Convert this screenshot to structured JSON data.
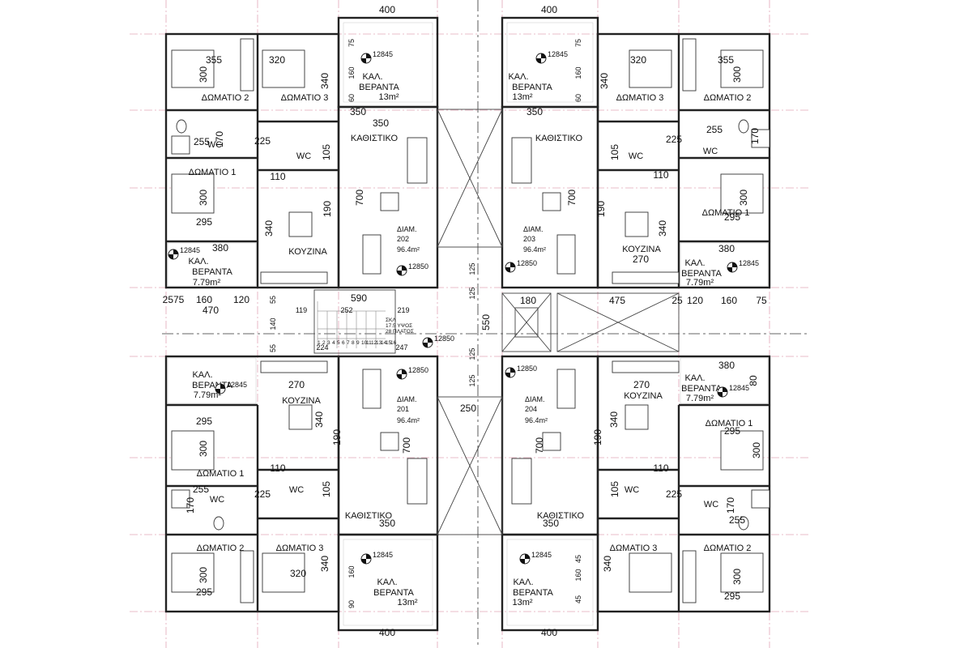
{
  "units": [
    {
      "id": "202",
      "label": "ΔΙΑΜ.",
      "number": "202",
      "area": "96.4m²"
    },
    {
      "id": "203",
      "label": "ΔΙΑΜ.",
      "number": "203",
      "area": "96.4m²"
    },
    {
      "id": "201",
      "label": "ΔΙΑΜ.",
      "number": "201",
      "area": "96.4m²"
    },
    {
      "id": "204",
      "label": "ΔΙΑΜ.",
      "number": "204",
      "area": "96.4m²"
    }
  ],
  "rooms": {
    "bedroom1": "ΔΩΜΑΤΙΟ 1",
    "bedroom2": "ΔΩΜΑΤΙΟ 2",
    "bedroom3": "ΔΩΜΑΤΙΟ 3",
    "wc": "WC",
    "kitchen": "ΚΟΥΖΙΝΑ",
    "living": "ΚΑΘΙΣΤΙΚΟ",
    "veranda_line1": "ΚΑΛ.",
    "veranda_line2": "ΒΕΡΑΝΤΑ",
    "big_veranda_area": "13m²",
    "small_veranda_area": "7.79m²"
  },
  "levels": {
    "veranda": "12845",
    "floor": "12850"
  },
  "stair": {
    "line1": "ΣΚΛ",
    "line2": "17.5 ΥΨΟΣ",
    "line3": "28 ΠΛΑΤΟΣ",
    "treads": [
      "1",
      "2",
      "3",
      "4",
      "5",
      "6",
      "7",
      "8",
      "9",
      "10",
      "11",
      "12",
      "13",
      "14",
      "15",
      "16"
    ]
  },
  "dims": {
    "d400": "400",
    "d355": "355",
    "d320": "320",
    "d300": "300",
    "d295": "295",
    "d350": "350",
    "d340": "340",
    "d170": "170",
    "d255": "255",
    "d225": "225",
    "d105": "105",
    "d110": "110",
    "d190": "190",
    "d700": "700",
    "d380": "380",
    "d270": "270",
    "d160": "160",
    "d75": "75",
    "d60": "60",
    "d80": "80",
    "d90": "90",
    "d45": "45",
    "d125": "125",
    "d550": "550",
    "d590": "590",
    "d250": "250",
    "d180": "180",
    "d475": "475",
    "d25": "25",
    "d120": "120",
    "d470": "470",
    "d2575": "2575",
    "d55": "55",
    "d140": "140",
    "d119": "119",
    "d252": "252",
    "d219": "219",
    "d247": "247",
    "d224": "224"
  }
}
